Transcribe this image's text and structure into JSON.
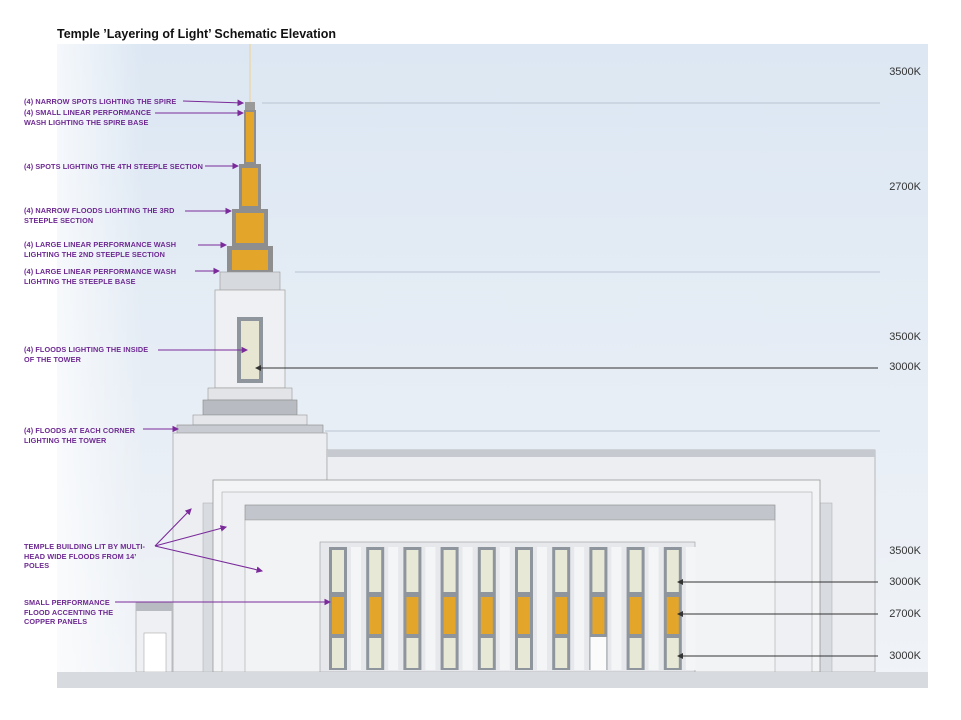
{
  "title": "Temple ’Layering of Light’ Schematic Elevation",
  "callouts": [
    "(4) NARROW SPOTS LIGHTING THE SPIRE",
    "(4) SMALL LINEAR PERFORMANCE WASH LIGHTING THE SPIRE BASE",
    "(4) SPOTS LIGHTING THE 4TH STEEPLE SECTION",
    "(4) NARROW FLOODS LIGHTING THE 3RD STEEPLE SECTION",
    "(4) LARGE LINEAR PERFORMANCE WASH LIGHTING THE 2ND STEEPLE SECTION",
    "(4) LARGE LINEAR PERFORMANCE WASH LIGHTING THE STEEPLE BASE",
    "(4) FLOODS LIGHTING THE INSIDE OF THE TOWER",
    "(4) FLOODS AT EACH CORNER LIGHTING THE TOWER",
    "TEMPLE BUILDING LIT BY MULTI-HEAD WIDE FLOODS FROM 14’ POLES",
    "SMALL PERFORMANCE FLOOD ACCENTING THE COPPER PANELS"
  ],
  "color_temps": [
    "3500K",
    "2700K",
    "3500K",
    "3000K",
    "3500K",
    "3000K",
    "2700K",
    "3000K"
  ],
  "colors": {
    "callout": "#6e2a92",
    "amber": "#e3a52a",
    "sky_top": "#dbe6f2",
    "sky_bottom": "#eef2f7"
  }
}
